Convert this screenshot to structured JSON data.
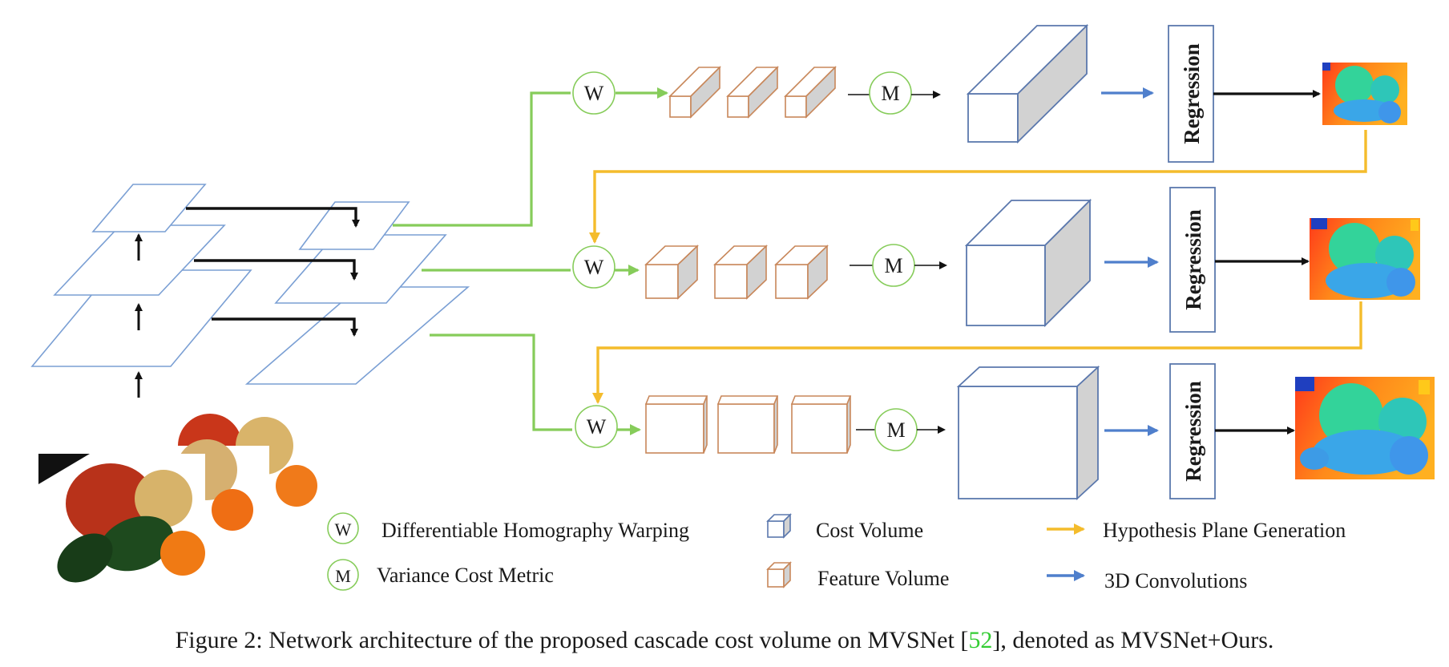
{
  "diagram": {
    "warp_symbol": "W",
    "metric_symbol": "M",
    "regression_label": "Regression"
  },
  "legend": {
    "warping": "Differentiable Homography Warping",
    "variance": "Variance Cost Metric",
    "cost_volume": "Cost Volume",
    "feature_volume": "Feature Volume",
    "hypothesis": "Hypothesis Plane Generation",
    "conv3d": "3D Convolutions"
  },
  "caption": {
    "prefix": "Figure 2: Network architecture of the proposed cascade cost volume on MVSNet [",
    "citation": "52",
    "suffix": "], denoted as MVSNet+Ours."
  },
  "colors": {
    "plane_stroke": "#7a9fd4",
    "feature_stroke": "#c8875a",
    "green_arrow": "#86cc5a",
    "yellow_arrow": "#f4bc2c",
    "blue_arrow": "#4f7fcc",
    "cost_volume_stroke": "#5b78ad",
    "citation": "#33cc33"
  }
}
